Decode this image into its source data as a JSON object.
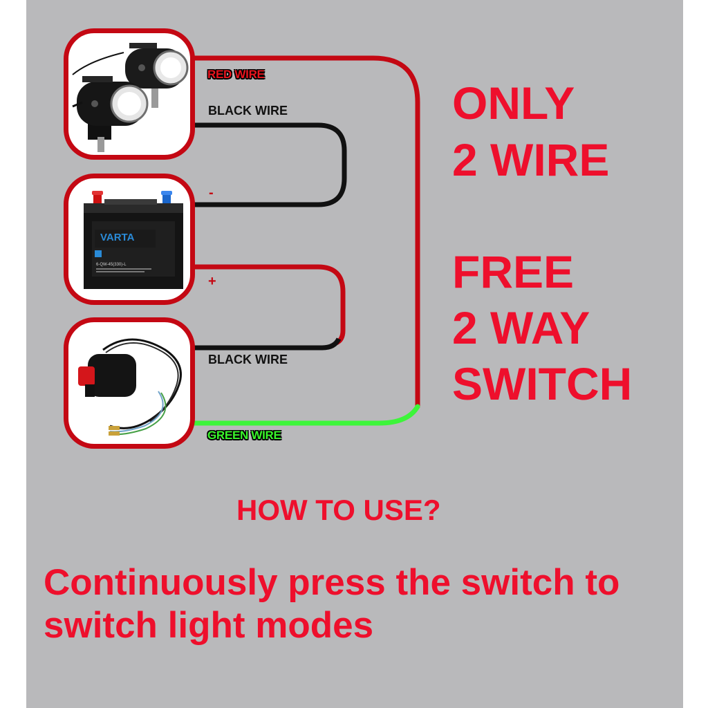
{
  "labels": {
    "red_wire": "RED WIRE",
    "black_wire_top": "BLACK WIRE",
    "black_wire_bottom": "BLACK WIRE",
    "green_wire": "GREEN WIRE",
    "negative_sign": "-",
    "positive_sign": "+"
  },
  "battery": {
    "brand": "VARTA",
    "model_text": "6-QW-45(330)-L"
  },
  "headline": {
    "line1": "ONLY",
    "line2": "2 WIRE",
    "line3": "FREE",
    "line4": "2 WAY",
    "line5": "SWITCH"
  },
  "howto": {
    "title": "HOW TO USE?",
    "instruction": "Continuously press the switch to switch light modes"
  },
  "colors": {
    "panel_bg": "#b9b9bb",
    "red_wire": "#c40813",
    "black_wire": "#111111",
    "green_wire": "#3df53a",
    "headline": "#ee0f2c"
  },
  "icons": {
    "lights": "led-spotlight-pair-icon",
    "battery": "car-battery-icon",
    "switch": "handlebar-switch-icon"
  }
}
